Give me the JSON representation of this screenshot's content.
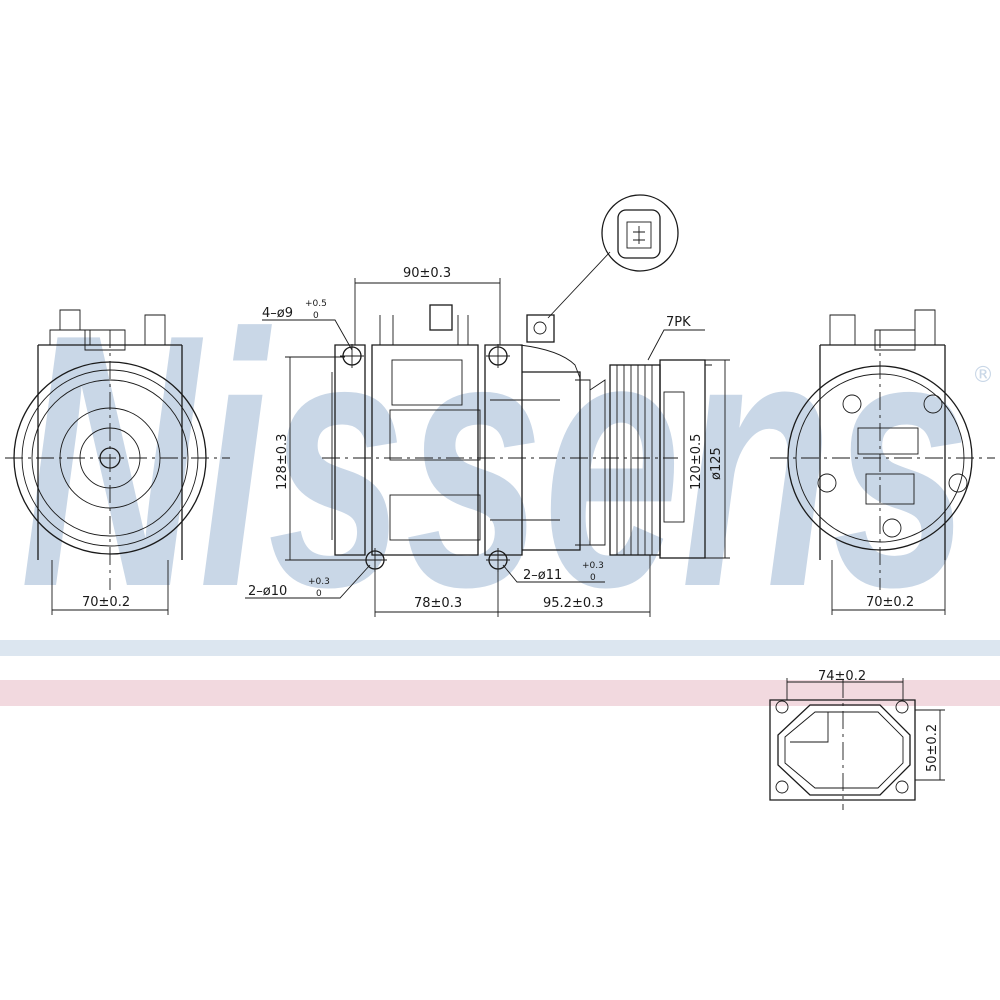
{
  "watermark": {
    "text": "Nissens",
    "registered_mark": "®"
  },
  "colors": {
    "band_blue": "#dce6f0",
    "band_pink": "#f2d9df",
    "watermark": "#c9d7e7",
    "line": "#1a1a1a"
  },
  "dimensions": {
    "left_width": "70±0.2",
    "right_width": "70±0.2",
    "top_mount_spacing": "90±0.3",
    "mount_height": "128±0.3",
    "bottom_spacing_1": "78±0.3",
    "bottom_spacing_2": "95.2±0.3",
    "pulley_inner": "120±0.5",
    "pulley_diameter": "ø125",
    "belt_type": "7PK",
    "hole_top": {
      "prefix": "4–ø9",
      "tol_upper": "+0.5",
      "tol_lower": "0"
    },
    "hole_bottom_left": {
      "prefix": "2–ø10",
      "tol_upper": "+0.3",
      "tol_lower": "0"
    },
    "hole_bottom_right": {
      "prefix": "2–ø11",
      "tol_upper": "+0.3",
      "tol_lower": "0"
    },
    "port_width": "74±0.2",
    "port_height": "50±0.2"
  }
}
